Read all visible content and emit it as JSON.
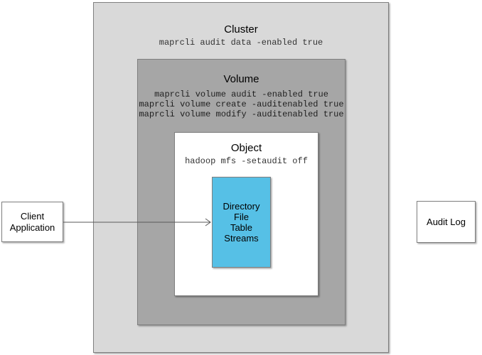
{
  "diagram": {
    "cluster": {
      "title": "Cluster",
      "command": "maprcli audit data -enabled true"
    },
    "volume": {
      "title": "Volume",
      "commands": [
        "maprcli volume audit -enabled true",
        "maprcli volume create -auditenabled true",
        "maprcli volume modify -auditenabled true"
      ]
    },
    "object": {
      "title": "Object",
      "command": "hadoop mfs -setaudit off"
    },
    "storage_objects": {
      "label": "Directory\nFile\nTable\nStreams"
    },
    "client": {
      "label": "Client Application"
    },
    "audit_log": {
      "label": "Audit Log"
    },
    "colors": {
      "cluster_bg": "#d9d9d9",
      "volume_bg": "#a6a6a6",
      "object_bg": "#ffffff",
      "storage_bg": "#56c0e6",
      "box_border": "#7f7f7f",
      "arrow": "#5a5a5a",
      "title_text": "#000000",
      "command_text": "#333333"
    }
  }
}
